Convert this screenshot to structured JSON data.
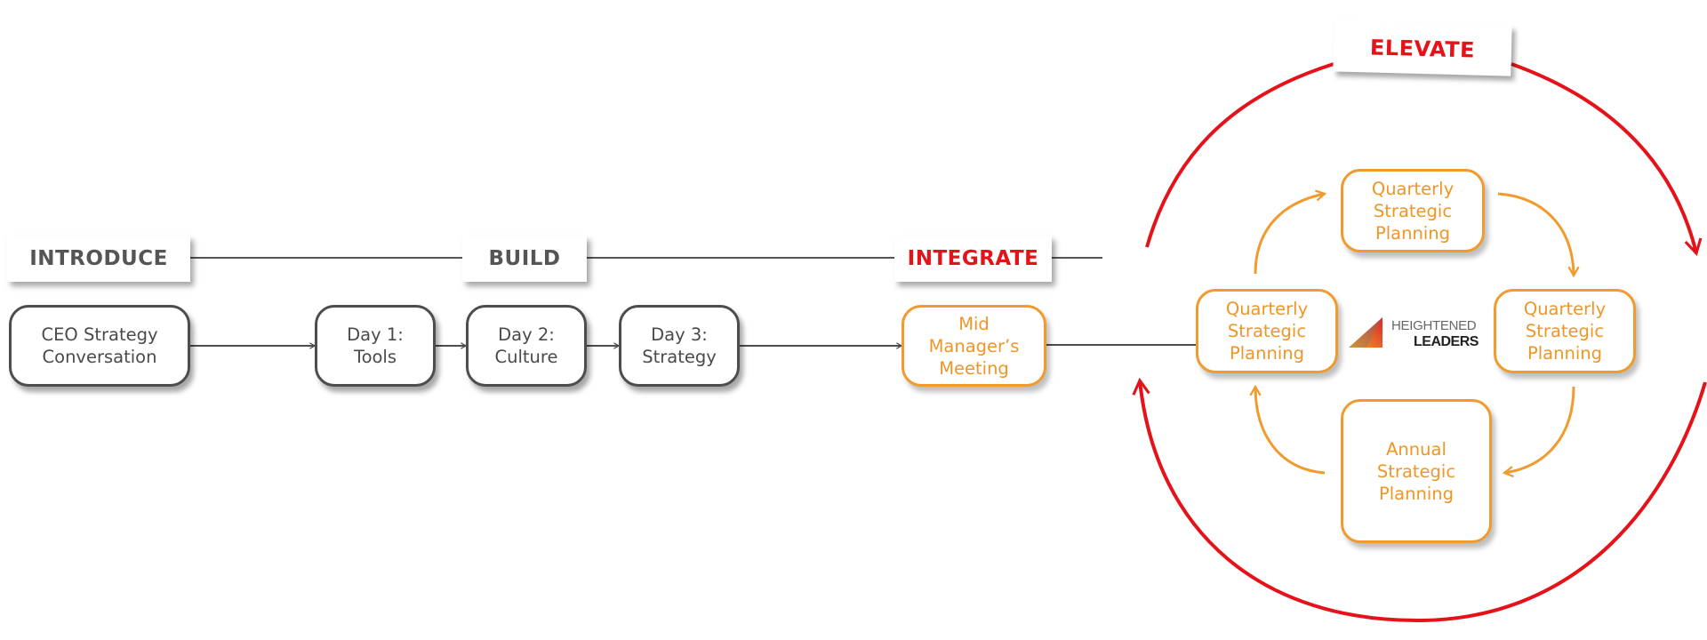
{
  "stages": {
    "introduce": "INTRODUCE",
    "build": "BUILD",
    "integrate": "INTEGRATE",
    "elevate": "ELEVATE"
  },
  "nodes": {
    "ceo": "CEO Strategy\nConversation",
    "day1": "Day 1:\nTools",
    "day2": "Day 2:\nCulture",
    "day3": "Day 3:\nStrategy",
    "mid": "Mid\nManager’s\nMeeting",
    "q_top": "Quarterly\nStrategic\nPlanning",
    "q_left": "Quarterly\nStrategic\nPlanning",
    "q_right": "Quarterly\nStrategic\nPlanning",
    "annual": "Annual\nStrategic\nPlanning"
  },
  "logo": {
    "line1": "HEIGHTENED",
    "line2": "LEADERS"
  },
  "colors": {
    "gray": "#4d4d4d",
    "orange": "#f19a2d",
    "red": "#e6121a"
  }
}
